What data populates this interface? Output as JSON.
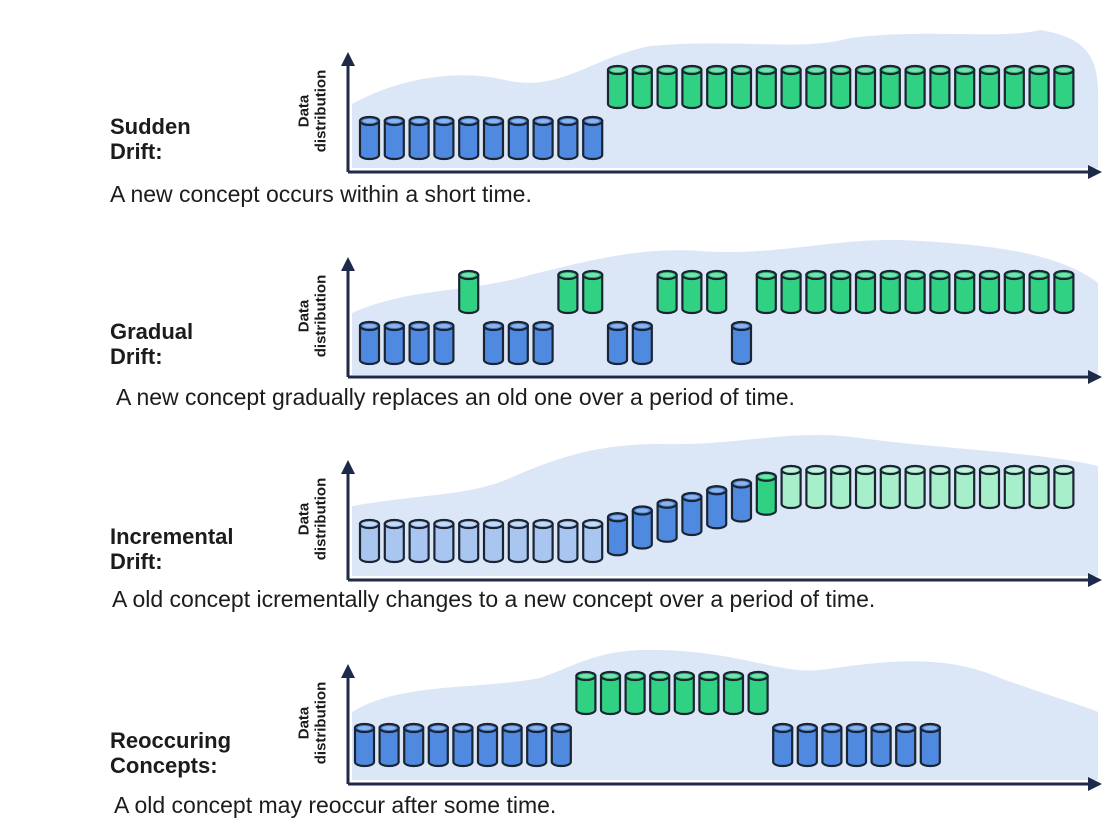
{
  "colors": {
    "background_cloud": "#dbe7f6",
    "axis": "#1e2a4a",
    "old_concept": "#4f8ae0",
    "old_concept_light": "#a8c6f0",
    "new_concept": "#31d183",
    "new_concept_light": "#a7eecb",
    "outline": "#1b2433"
  },
  "axis_label": {
    "line1": "Data",
    "line2": "distribution"
  },
  "panels": [
    {
      "title": "Sudden\nDrift:",
      "description": "A new concept occurs within a short time.",
      "sequence": "LLLLLLLLLLHHHHHHHHHHHHHHHHHHH"
    },
    {
      "title": "Gradual\nDrift:",
      "description": "A new concept gradually replaces an old one over a period of time.",
      "sequence": "LLLLHLLLHHLLHHHLHHHHHHHHHHHHH"
    },
    {
      "title": "Incremental\nDrift:",
      "description": "A old concept icrementally changes to a new concept over a period of time.",
      "sequence": "LLLLLLLLLL1234567HHHHHHHHHHHH"
    },
    {
      "title": "Reoccuring\nConcepts:",
      "description": "A old concept may reoccur after some time.",
      "sequence": "LLLLLLLLLHHHHHHHHLLLLLLL"
    }
  ]
}
